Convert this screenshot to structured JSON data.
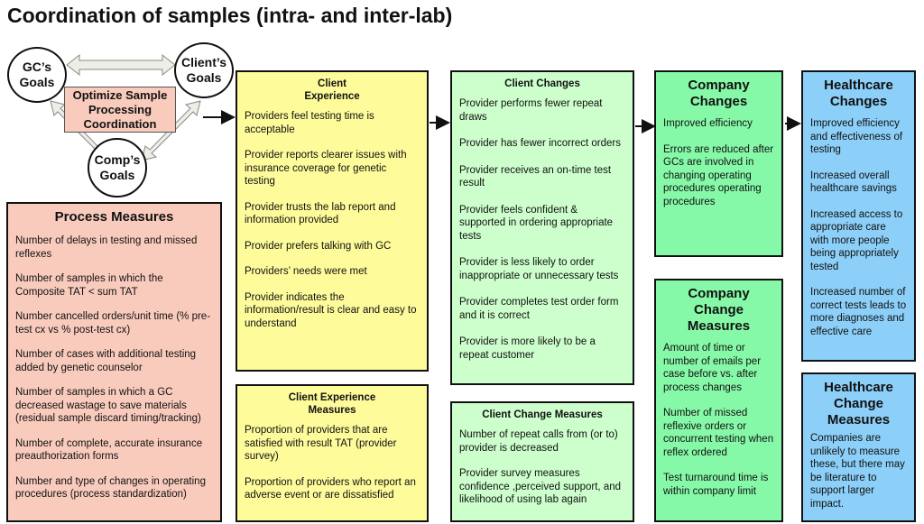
{
  "title": "Coordination of samples (intra- and inter-lab)",
  "goals": {
    "gc": "GC’s Goals",
    "client": "Client’s Goals",
    "comp": "Comp’s Goals",
    "center": "Optimize Sample Processing Coordination"
  },
  "process_measures": {
    "title": "Process  Measures",
    "items": [
      "Number of delays in testing and missed reflexes",
      "Number of samples in which the Composite TAT < sum TAT",
      "Number cancelled orders/unit time (% pre-test cx vs % post-test cx)",
      "Number of cases with additional testing added by genetic counselor",
      "Number of samples in which a GC decreased wastage to save materials (residual sample discard timing/tracking)",
      "Number of complete, accurate insurance preauthorization forms",
      "Number and type of changes in operating procedures (process standardization)"
    ]
  },
  "client_experience": {
    "title": "Client Experience",
    "items": [
      "Providers feel testing time is acceptable",
      "Provider reports clearer issues with insurance coverage for genetic testing",
      "Provider trusts the lab report and information provided",
      "Provider prefers talking with GC",
      "Providers’ needs were met",
      "Provider indicates the information/result is clear and easy to understand"
    ]
  },
  "client_experience_measures": {
    "title": "Client Experience Measures",
    "items": [
      "Proportion of providers that are satisfied with result TAT (provider survey)",
      "Proportion of providers who report an adverse event or are dissatisfied"
    ]
  },
  "client_changes": {
    "title": "Client Changes",
    "items": [
      "Provider performs fewer repeat draws",
      "Provider has fewer incorrect orders",
      "Provider receives an on-time test result",
      "Provider feels confident & supported in ordering appropriate tests",
      "Provider is less likely to order inappropriate or unnecessary tests",
      "Provider completes test order form and it is correct",
      "Provider is more likely to be a repeat customer"
    ]
  },
  "client_change_measures": {
    "title": "Client Change Measures",
    "items": [
      "Number of repeat calls from (or to) provider is decreased",
      "Provider survey measures confidence ,perceived support, and likelihood of using lab again"
    ]
  },
  "company_changes": {
    "title": "Company Changes",
    "items": [
      "Improved efficiency",
      "Errors are reduced after GCs are involved in changing operating procedures operating procedures"
    ]
  },
  "company_change_measures": {
    "title": "Company Change Measures",
    "items": [
      "Amount of time or number of emails per case before vs. after process changes",
      "Number of missed reflexive orders or concurrent testing when reflex ordered",
      "Test turnaround  time is within company limit"
    ]
  },
  "healthcare_changes": {
    "title": "Healthcare Changes",
    "items": [
      "Improved efficiency and effectiveness of testing",
      "Increased overall healthcare savings",
      "Increased access to appropriate care with more people being appropriately tested",
      "Increased number of correct tests leads to more diagnoses and effective care"
    ]
  },
  "healthcare_change_measures": {
    "title": "Healthcare Change Measures",
    "text": "Companies are unlikely to measure these, but there may be literature to support larger impact."
  },
  "colors": {
    "salmon": "#f9cbbd",
    "yellow": "#fdfb9a",
    "light_green": "#ccffcc",
    "green": "#86f9a8",
    "blue": "#8ccff8"
  }
}
